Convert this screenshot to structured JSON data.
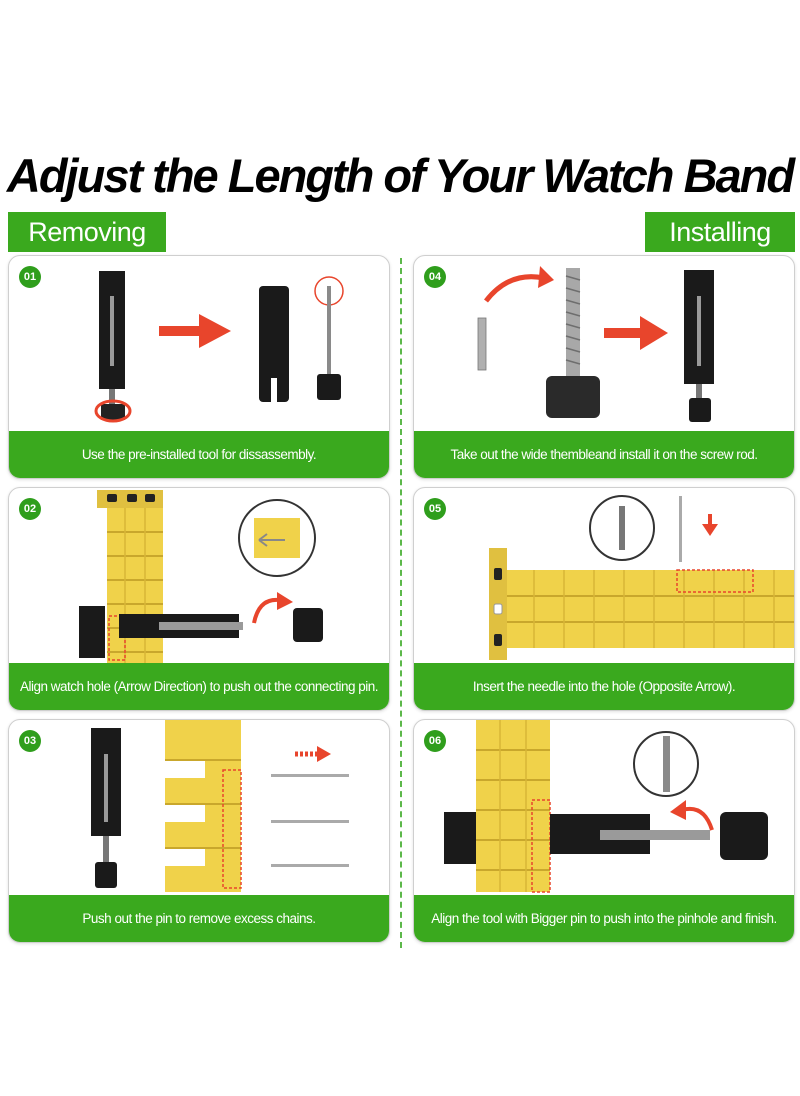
{
  "title": "Adjust the Length of Your Watch Band",
  "tags": {
    "removing": "Removing",
    "installing": "Installing"
  },
  "steps": [
    {
      "number": "01",
      "caption": "Use the pre-installed tool for dissassembly."
    },
    {
      "number": "02",
      "caption": "Align watch hole (Arrow Direction) to push out the connecting pin."
    },
    {
      "number": "03",
      "caption": "Push out the pin to remove excess chains."
    },
    {
      "number": "04",
      "caption": "Take out the wide thembleand install it on the screw rod."
    },
    {
      "number": "05",
      "caption": "Insert the needle into the hole (Opposite Arrow)."
    },
    {
      "number": "06",
      "caption": "Align the tool with Bigger pin to push into the pinhole and finish."
    }
  ],
  "colors": {
    "green": "#3aa91e",
    "arrow": "#e8452c",
    "gold": "#f0d24a",
    "tool": "#1a1a1a"
  }
}
